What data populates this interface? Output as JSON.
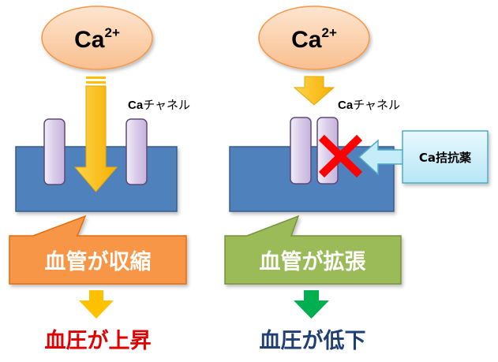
{
  "left": {
    "ion": {
      "base": "Ca",
      "charge": "2+"
    },
    "channel_label": {
      "latin": "Ca",
      "kana": "チャネル"
    },
    "effect": "血管が収縮",
    "result": "血圧が上昇"
  },
  "right": {
    "ion": {
      "base": "Ca",
      "charge": "2+"
    },
    "channel_label": {
      "latin": "Ca",
      "kana": "チャネル"
    },
    "drug": "Ca拮抗薬",
    "effect": "血管が拡張",
    "result": "血圧が低下"
  },
  "colors": {
    "ion_fill": "#fbd4b4",
    "ion_stroke": "#f79646",
    "vessel": "#4f81bd",
    "channel": "#d9cbe8",
    "arrow_yellow": "#ffc000",
    "effect_left": "#f79646",
    "effect_right": "#9bbb59",
    "arrow_green": "#00b050",
    "drug_box": "#c5ecf9",
    "block_x": "#ff0000"
  }
}
